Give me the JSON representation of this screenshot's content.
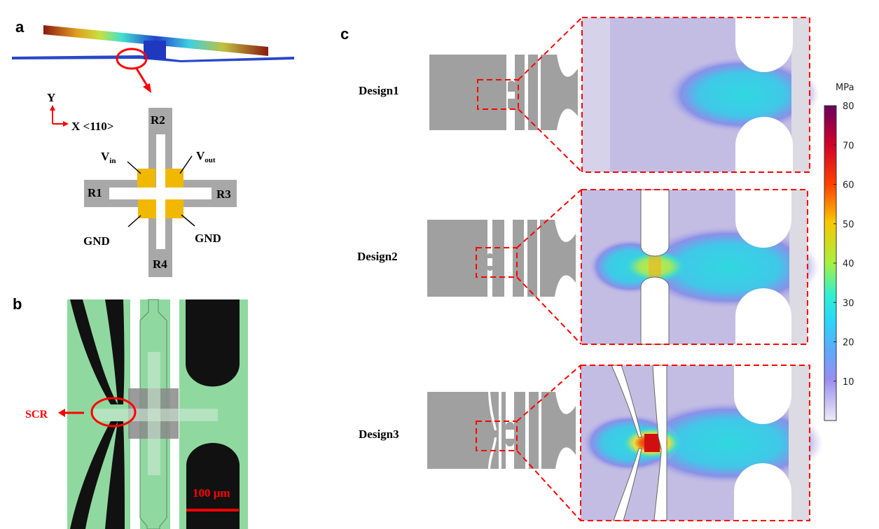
{
  "panels": {
    "a": "a",
    "b": "b",
    "c": "c"
  },
  "panel_a": {
    "axis_y": "Y",
    "axis_x": "X <110>",
    "resistors": [
      "R1",
      "R2",
      "R3",
      "R4"
    ],
    "vin_main": "V",
    "vin_sub": "in",
    "vout_main": "V",
    "vout_sub": "out",
    "gnd_left": "GND",
    "gnd_right": "GND"
  },
  "panel_b": {
    "scr_label": "SCR",
    "scale_bar": "100 μm"
  },
  "panel_c": {
    "designs": [
      "Design1",
      "Design2",
      "Design3"
    ],
    "colorbar": {
      "unit": "MPa",
      "min": 0,
      "max": 80,
      "ticks": [
        "80",
        "70",
        "60",
        "50",
        "40",
        "30",
        "20",
        "10"
      ]
    }
  },
  "colors": {
    "accent": "#ff0000",
    "pad": "#f0b800",
    "substrate": "#8fd9a0",
    "schematic": "#a0a0a0"
  }
}
